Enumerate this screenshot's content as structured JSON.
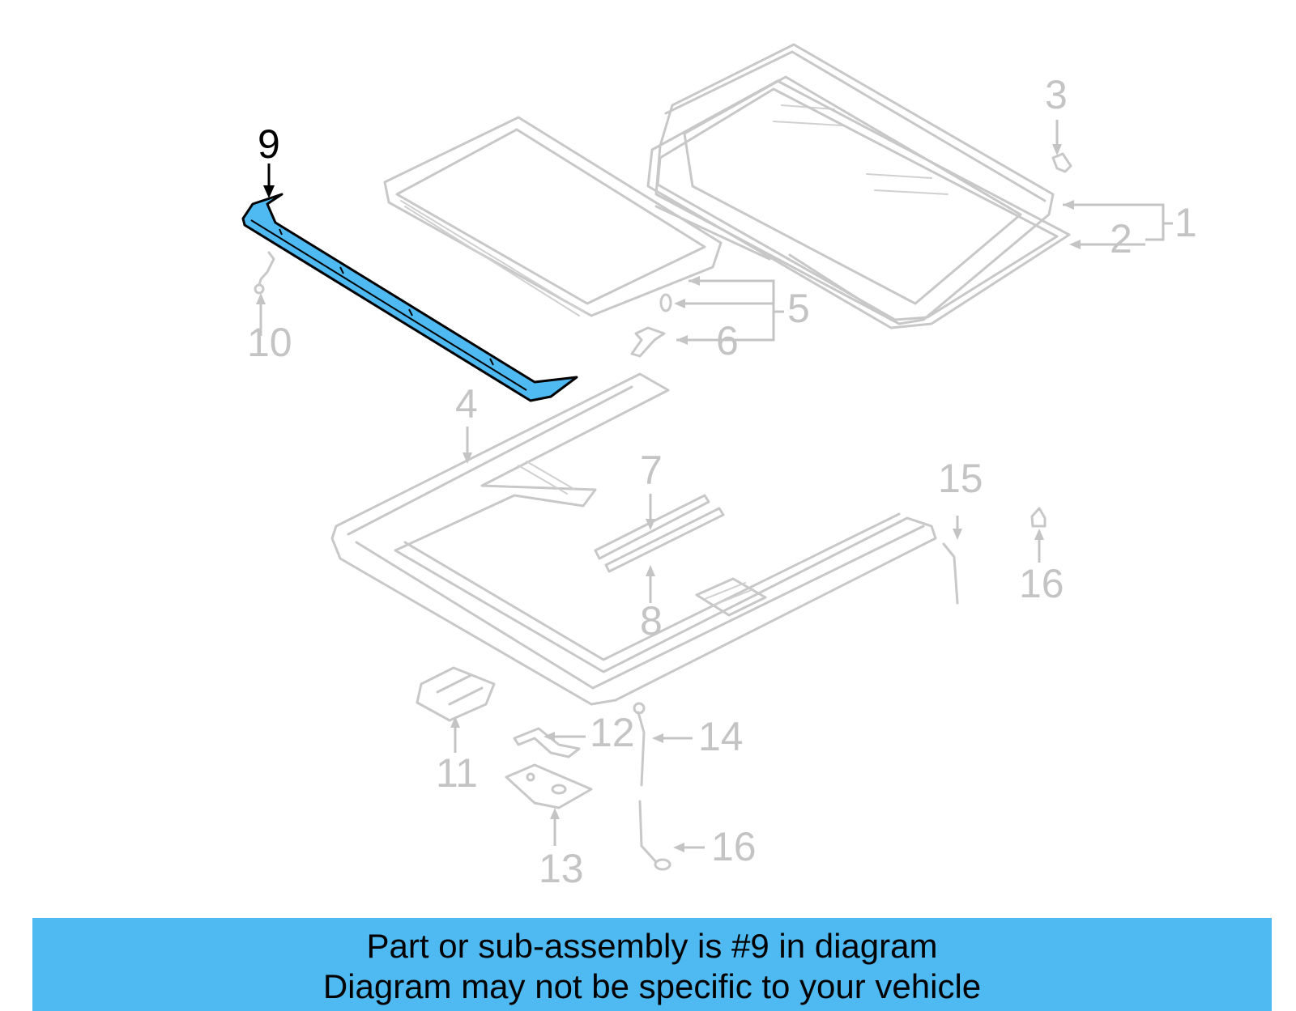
{
  "diagram": {
    "callouts": [
      {
        "id": "1",
        "label": "1"
      },
      {
        "id": "2",
        "label": "2"
      },
      {
        "id": "3",
        "label": "3"
      },
      {
        "id": "4",
        "label": "4"
      },
      {
        "id": "5",
        "label": "5"
      },
      {
        "id": "6",
        "label": "6"
      },
      {
        "id": "7",
        "label": "7"
      },
      {
        "id": "8",
        "label": "8"
      },
      {
        "id": "9",
        "label": "9"
      },
      {
        "id": "10",
        "label": "10"
      },
      {
        "id": "11",
        "label": "11"
      },
      {
        "id": "12",
        "label": "12"
      },
      {
        "id": "13",
        "label": "13"
      },
      {
        "id": "14",
        "label": "14"
      },
      {
        "id": "15",
        "label": "15"
      },
      {
        "id": "16a",
        "label": "16"
      },
      {
        "id": "16b",
        "label": "16"
      }
    ],
    "highlighted_part": "9",
    "colors": {
      "highlight_fill": "#4fbaf2",
      "highlight_stroke": "#000000",
      "part_stroke": "#c8c8c8",
      "banner_background": "#4fbaf2"
    }
  },
  "banner": {
    "line1": "Part or sub-assembly is #9 in diagram",
    "line2": "Diagram may not be specific to your vehicle"
  }
}
